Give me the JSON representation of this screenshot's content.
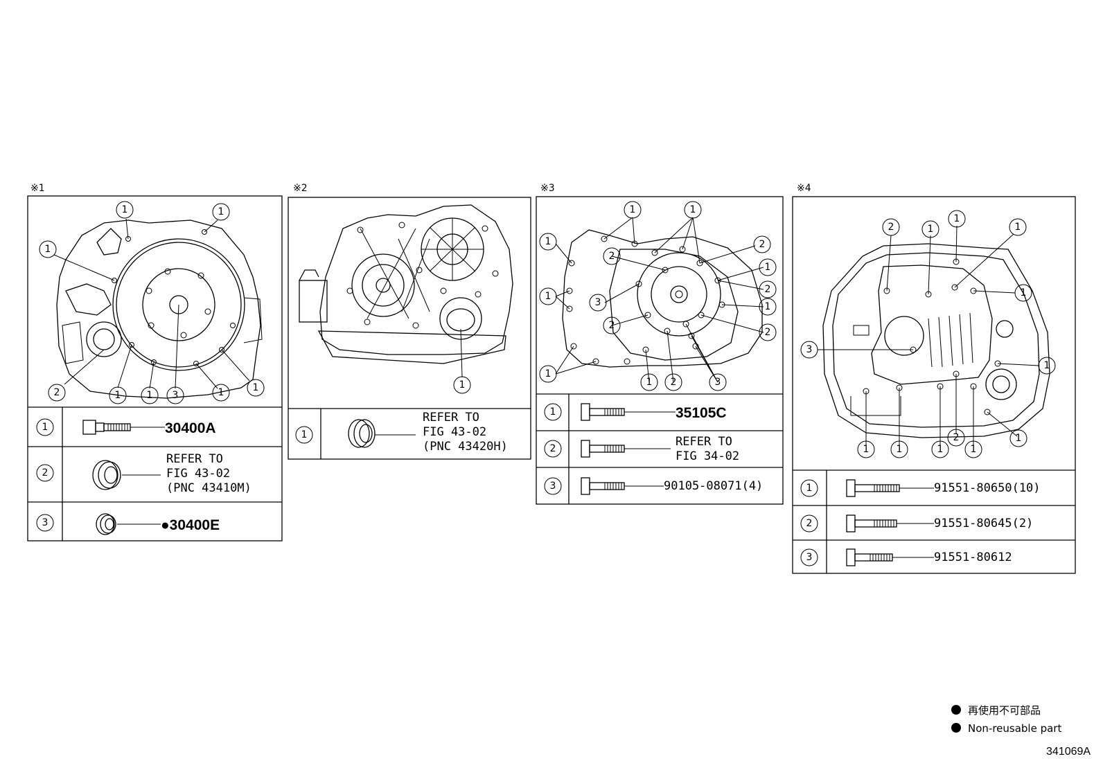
{
  "panels": [
    {
      "mark": "※1",
      "rows": [
        {
          "num": "1",
          "lines": [
            "30400A"
          ],
          "style": "bold"
        },
        {
          "num": "2",
          "lines": [
            "REFER TO",
            "FIG 43-02",
            "(PNC 43410M)"
          ],
          "style": "mono"
        },
        {
          "num": "3",
          "lines": [
            "●30400E"
          ],
          "style": "bold"
        }
      ]
    },
    {
      "mark": "※2",
      "rows": [
        {
          "num": "1",
          "lines": [
            "REFER TO",
            "FIG 43-02",
            "(PNC 43420H)"
          ],
          "style": "mono"
        }
      ]
    },
    {
      "mark": "※3",
      "rows": [
        {
          "num": "1",
          "lines": [
            "35105C"
          ],
          "style": "bold"
        },
        {
          "num": "2",
          "lines": [
            "REFER TO",
            "FIG 34-02"
          ],
          "style": "mono"
        },
        {
          "num": "3",
          "lines": [
            "90105-08071(4)"
          ],
          "style": "mono"
        }
      ]
    },
    {
      "mark": "※4",
      "rows": [
        {
          "num": "1",
          "lines": [
            "91551-80650(10)"
          ],
          "style": "mono"
        },
        {
          "num": "2",
          "lines": [
            "91551-80645(2)"
          ],
          "style": "mono"
        },
        {
          "num": "3",
          "lines": [
            "91551-80612"
          ],
          "style": "mono"
        }
      ]
    }
  ],
  "legend": {
    "line1": "再使用不可部品",
    "line2": "Non-reusable part"
  },
  "figure_code": "341069A"
}
